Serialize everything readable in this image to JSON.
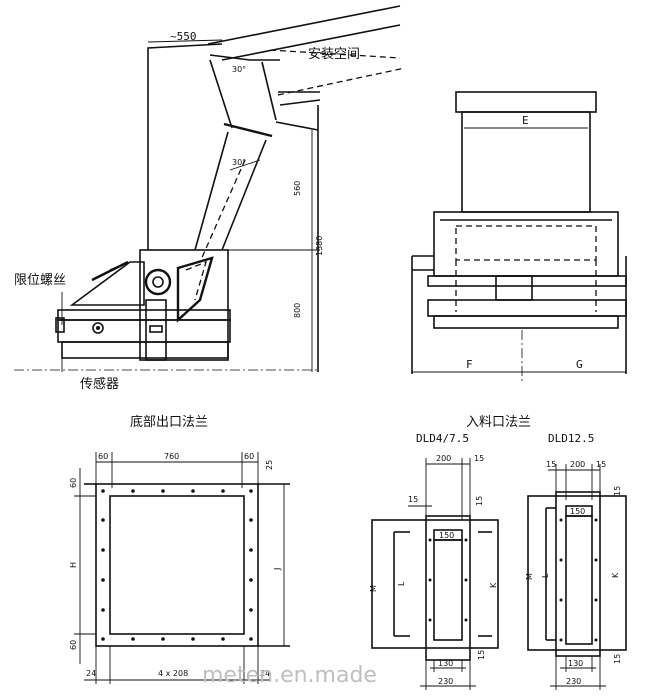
{
  "labels": {
    "install_space": "安装空间",
    "limit_screw": "限位螺丝",
    "sensor": "传感器",
    "bottom_outlet_flange": "底部出口法兰",
    "inlet_flange": "入料口法兰",
    "model_small": "DLD4/7.5",
    "model_large": "DLD12.5"
  },
  "side_view": {
    "dim_top": "~550",
    "angle_1": "30°",
    "angle_2": "30°",
    "dim_560": "560",
    "dim_1380": "1380",
    "dim_800": "800"
  },
  "front_view": {
    "dim_E": "E",
    "dim_F": "F",
    "dim_G": "G"
  },
  "outlet_flange": {
    "top_left": "60",
    "top_mid": "760",
    "top_right": "60",
    "right_top": "25",
    "left_top": "60",
    "left_mid": "H",
    "left_bottom": "60",
    "right_mid": "J",
    "bottom_left": "24",
    "bottom_mid": "4 x 208",
    "bottom_right": "24"
  },
  "inlet_small": {
    "top_mid": "200",
    "top_right": "15",
    "side_15_a": "15",
    "side_15_b": "15",
    "inner_top": "150",
    "dim_M": "M",
    "dim_L": "L",
    "dim_K": "K",
    "bottom_15": "15",
    "bottom_inner": "130",
    "bottom_outer": "230"
  },
  "inlet_large": {
    "top_left": "15",
    "top_mid": "200",
    "top_right": "15",
    "right_15": "15",
    "inner_top": "150",
    "dim_M": "M",
    "dim_L": "L",
    "dim_K": "K",
    "bottom_15": "15",
    "bottom_inner": "130",
    "bottom_outer": "230"
  },
  "watermark": "meten.en.made"
}
